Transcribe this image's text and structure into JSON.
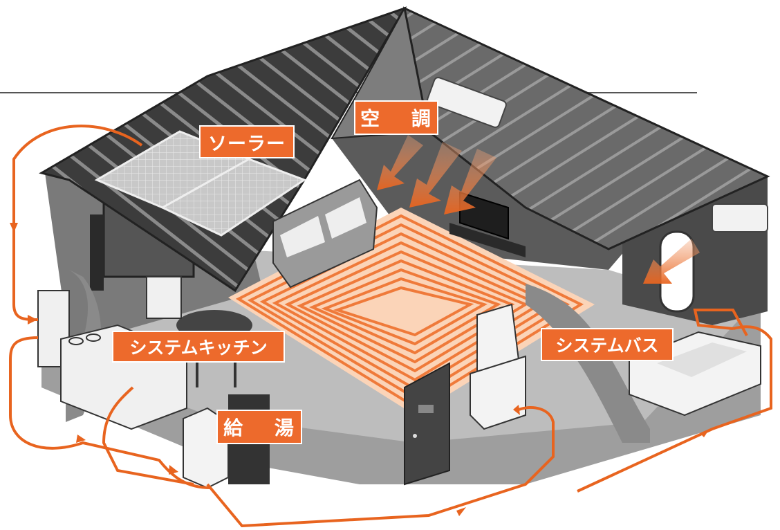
{
  "labels": {
    "solar": "ソーラー",
    "air_conditioning": "空 調",
    "system_kitchen": "システムキッチン",
    "system_bath": "システムバス",
    "hot_water": "給 湯"
  },
  "colors": {
    "accent_orange": "#ed6a2c",
    "roof_dark": "#3a3a3a",
    "roof_mid": "#6d6d6d",
    "wall_gray": "#7f7f80",
    "floor_gray": "#b9b9b9",
    "label_text": "#ffffff"
  },
  "icons": [
    "solar-panel-icon",
    "air-conditioner-icon",
    "sofa-icon",
    "television-icon",
    "water-heater-icon",
    "bathtub-icon",
    "kitchen-sink-icon",
    "door-icon",
    "washbasin-icon",
    "underfloor-heating-icon"
  ]
}
